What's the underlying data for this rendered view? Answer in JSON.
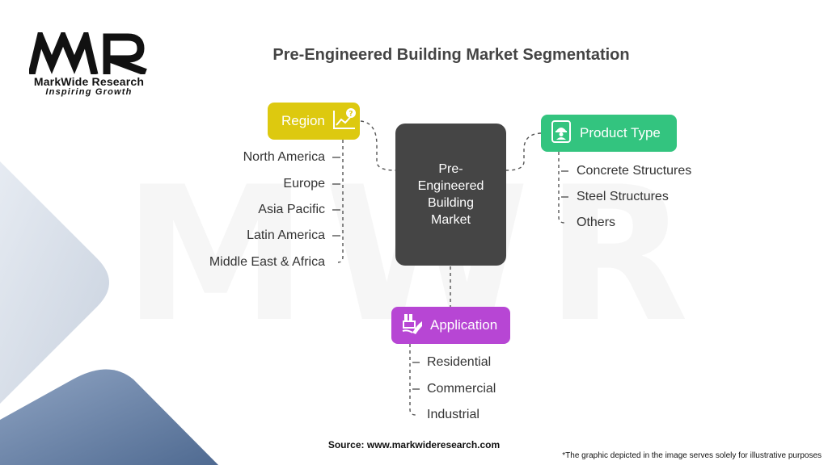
{
  "brand": {
    "logo_text": "MWR",
    "name": "MarkWide Research",
    "tagline": "Inspiring Growth",
    "watermark_text": "MWR"
  },
  "title": "Pre-Engineered Building Market Segmentation",
  "center": {
    "label": "Pre-Engineered Building Market"
  },
  "segments": {
    "region": {
      "label": "Region",
      "icon": "chart-question-icon",
      "color": "#ddc90f",
      "items": [
        "North America",
        "Europe",
        "Asia Pacific",
        "Latin America",
        "Middle East & Africa"
      ]
    },
    "product_type": {
      "label": "Product Type",
      "icon": "helmet-worker-icon",
      "color": "#33c47f",
      "items": [
        "Concrete Structures",
        "Steel Structures",
        "Others"
      ]
    },
    "application": {
      "label": "Application",
      "icon": "factory-hand-icon",
      "color": "#b746d4",
      "items": [
        "Residential",
        "Commercial",
        "Industrial"
      ]
    }
  },
  "footer": {
    "source": "Source: www.markwideresearch.com",
    "disclaimer": "*The graphic depicted in the image serves solely for illustrative purposes"
  },
  "colors": {
    "center_box": "#454545",
    "title_text": "#444444",
    "bg_shape_light": "#dfe4ec",
    "bg_shape_dark": "#6b86ab"
  }
}
